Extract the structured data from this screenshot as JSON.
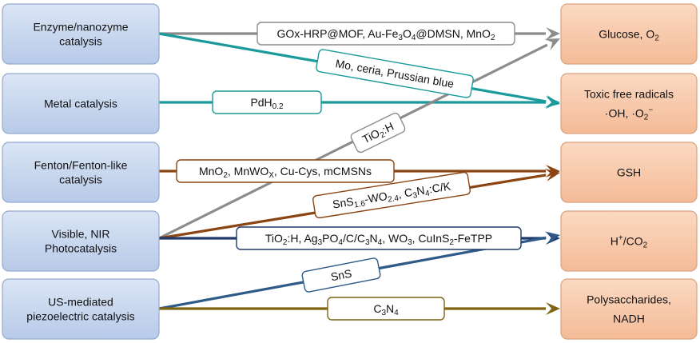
{
  "sources": [
    {
      "id": "enzyme",
      "lines": [
        [
          {
            "t": "Enzyme/nanozyme"
          }
        ],
        [
          {
            "t": "catalysis"
          }
        ]
      ]
    },
    {
      "id": "metal",
      "lines": [
        [
          {
            "t": "Metal catalysis"
          }
        ]
      ]
    },
    {
      "id": "fenton",
      "lines": [
        [
          {
            "t": "Fenton/Fenton-like"
          }
        ],
        [
          {
            "t": "catalysis"
          }
        ]
      ]
    },
    {
      "id": "photo",
      "lines": [
        [
          {
            "t": "Visible, NIR"
          }
        ],
        [
          {
            "t": "Photocatalysis"
          }
        ]
      ]
    },
    {
      "id": "piezo",
      "lines": [
        [
          {
            "t": "US-mediated"
          }
        ],
        [
          {
            "t": "piezoelectric catalysis"
          }
        ]
      ]
    }
  ],
  "targets": [
    {
      "id": "glucose",
      "lines": [
        [
          {
            "t": "Glucose, O"
          },
          {
            "t": "2",
            "sub": true
          }
        ]
      ]
    },
    {
      "id": "radicals",
      "lines": [
        [
          {
            "t": "Toxic free radicals"
          }
        ],
        [
          {
            "t": "·OH, ·O"
          },
          {
            "t": "2",
            "sub": true
          },
          {
            "t": "−",
            "sup": true
          }
        ]
      ]
    },
    {
      "id": "gsh",
      "lines": [
        [
          {
            "t": "GSH"
          }
        ]
      ]
    },
    {
      "id": "hco2",
      "lines": [
        [
          {
            "t": "H"
          },
          {
            "t": "+",
            "sup": true
          },
          {
            "t": "/CO"
          },
          {
            "t": "2",
            "sub": true
          }
        ]
      ]
    },
    {
      "id": "poly",
      "lines": [
        [
          {
            "t": "Polysaccharides,"
          }
        ],
        [
          {
            "t": "NADH"
          }
        ]
      ]
    }
  ],
  "arrows": [
    {
      "id": "enzyme-glucose",
      "from": "enzyme",
      "to": "glucose",
      "color": "#8c8c8c",
      "label": [
        {
          "t": "GOx-HRP@MOF, Au-Fe"
        },
        {
          "t": "3",
          "sub": true
        },
        {
          "t": "O"
        },
        {
          "t": "4",
          "sub": true
        },
        {
          "t": "@DMSN, MnO"
        },
        {
          "t": "2",
          "sub": true
        }
      ]
    },
    {
      "id": "enzyme-radicals",
      "from": "enzyme",
      "to": "radicals",
      "color": "#1a9a9a",
      "label": [
        {
          "t": "Mo, ceria, Prussian blue"
        }
      ]
    },
    {
      "id": "metal-radicals",
      "from": "metal",
      "to": "radicals",
      "color": "#1a9a9a",
      "label": [
        {
          "t": "PdH"
        },
        {
          "t": "0.2",
          "sub": true
        }
      ]
    },
    {
      "id": "photo-glucose",
      "from": "photo",
      "to": "glucose",
      "color": "#8c8c8c",
      "label": [
        {
          "t": "TiO"
        },
        {
          "t": "2",
          "sub": true
        },
        {
          "t": ":H"
        }
      ]
    },
    {
      "id": "fenton-gsh",
      "from": "fenton",
      "to": "gsh",
      "color": "#8b4513",
      "label": [
        {
          "t": "MnO"
        },
        {
          "t": "2",
          "sub": true
        },
        {
          "t": ", MnWO"
        },
        {
          "t": "X",
          "sub": true
        },
        {
          "t": ", Cu-Cys, mCMSNs"
        }
      ]
    },
    {
      "id": "photo-gsh",
      "from": "photo",
      "to": "gsh",
      "color": "#8b4513",
      "label": [
        {
          "t": "SnS"
        },
        {
          "t": "1.6",
          "sub": true
        },
        {
          "t": "-WO"
        },
        {
          "t": "2.4",
          "sub": true
        },
        {
          "t": ", C"
        },
        {
          "t": "3",
          "sub": true
        },
        {
          "t": "N"
        },
        {
          "t": "4",
          "sub": true
        },
        {
          "t": ":C/K"
        }
      ]
    },
    {
      "id": "photo-hco2",
      "from": "photo",
      "to": "hco2",
      "color": "#1f3a6b",
      "label": [
        {
          "t": "TiO"
        },
        {
          "t": "2",
          "sub": true
        },
        {
          "t": ":H, Ag"
        },
        {
          "t": "3",
          "sub": true
        },
        {
          "t": "PO"
        },
        {
          "t": "4",
          "sub": true
        },
        {
          "t": "/C/C"
        },
        {
          "t": "3",
          "sub": true
        },
        {
          "t": "N"
        },
        {
          "t": "4",
          "sub": true
        },
        {
          "t": ", WO"
        },
        {
          "t": "3",
          "sub": true
        },
        {
          "t": ", CuInS"
        },
        {
          "t": "2",
          "sub": true
        },
        {
          "t": "-FeTPP"
        }
      ]
    },
    {
      "id": "piezo-hco2",
      "from": "piezo",
      "to": "hco2",
      "color": "#2e5a88",
      "label": [
        {
          "t": "SnS"
        }
      ]
    },
    {
      "id": "piezo-poly",
      "from": "piezo",
      "to": "poly",
      "color": "#7f6410",
      "label": [
        {
          "t": "C"
        },
        {
          "t": "3",
          "sub": true
        },
        {
          "t": "N"
        },
        {
          "t": "4",
          "sub": true
        }
      ]
    }
  ],
  "colors": {
    "source_fill": "#c3d3ec",
    "source_stroke": "#93abd0",
    "target_fill": "#f8c9a9",
    "target_stroke": "#d9a27e"
  }
}
